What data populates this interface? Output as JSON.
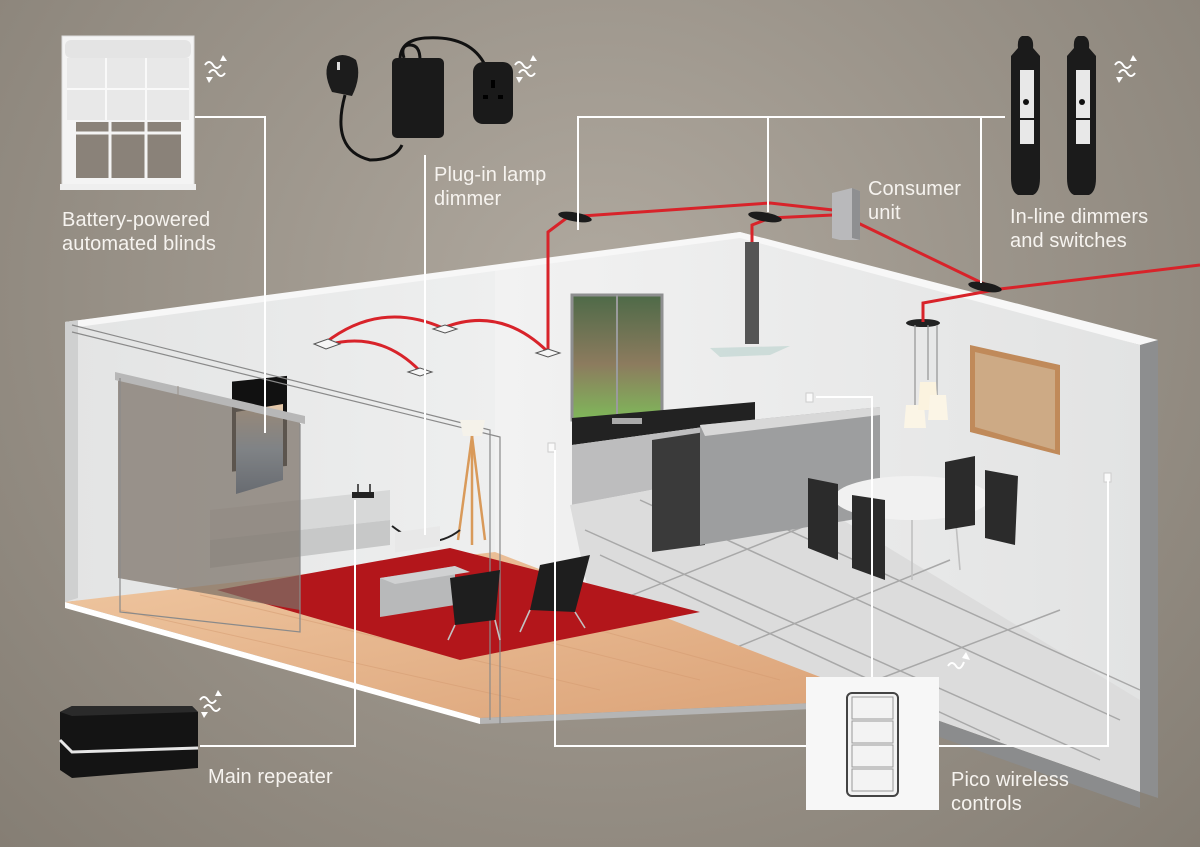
{
  "diagram": {
    "type": "smart-home lighting control system layout",
    "colors": {
      "background": "#9c958b",
      "wiring": "#d8232a",
      "leader_lines": "#ffffff",
      "label_text": "#f6f3ef",
      "rug": "#b3161b",
      "wood_floor": "#e8b48a",
      "walls": "#e9eaea",
      "device_black": "#1e1e1e"
    },
    "components": [
      {
        "id": "blinds",
        "icon": "window-blind-icon",
        "wireless": true,
        "label_lines": [
          "Battery-powered",
          "automated blinds"
        ]
      },
      {
        "id": "plug_in_dimmer",
        "icon": "plug-in-dimmer-icon",
        "wireless": true,
        "label_lines": [
          "Plug-in lamp",
          "dimmer"
        ]
      },
      {
        "id": "consumer_unit",
        "icon": "consumer-unit-icon",
        "wireless": false,
        "label_lines": [
          "Consumer",
          "unit"
        ]
      },
      {
        "id": "inline_dimmers",
        "icon": "inline-dimmer-icon",
        "wireless": true,
        "label_lines": [
          "In-line dimmers",
          "and switches"
        ]
      },
      {
        "id": "main_repeater",
        "icon": "repeater-hub-icon",
        "wireless": true,
        "label_lines": [
          "Main repeater"
        ]
      },
      {
        "id": "pico",
        "icon": "pico-remote-icon",
        "wireless": true,
        "label_lines": [
          "Pico wireless",
          "controls"
        ]
      }
    ]
  }
}
